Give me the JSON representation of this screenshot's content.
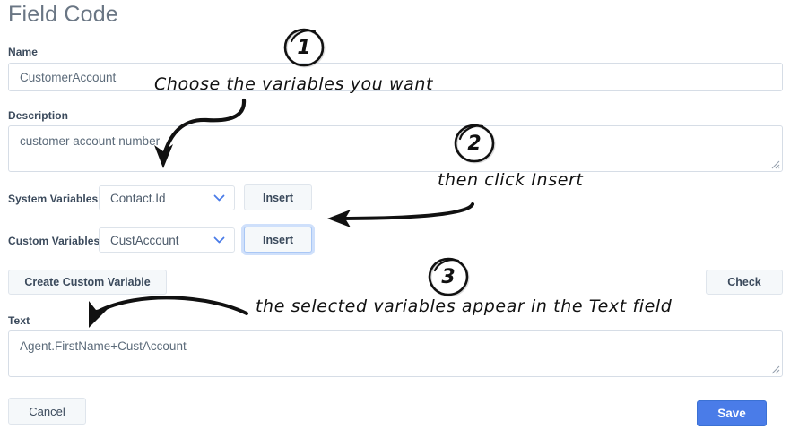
{
  "page": {
    "title": "Field Code"
  },
  "form": {
    "name": {
      "label": "Name",
      "value": "CustomerAccount",
      "placeholder": "Name"
    },
    "description": {
      "label": "Description",
      "value": "customer account number",
      "placeholder": "Description"
    },
    "system_variables": {
      "label": "System Variables",
      "selected": "Contact.Id",
      "insert_label": "Insert"
    },
    "custom_variables": {
      "label": "Custom Variables",
      "selected": "CustAccount",
      "insert_label": "Insert"
    },
    "create_custom_variable_label": "Create Custom Variable",
    "check_label": "Check",
    "text": {
      "label": "Text",
      "value": "Agent.FirstName+CustAccount",
      "placeholder": "Text"
    }
  },
  "footer": {
    "cancel_label": "Cancel",
    "save_label": "Save"
  },
  "annotations": [
    {
      "badge": "1",
      "text": "Choose the variables you want"
    },
    {
      "badge": "2",
      "text": "then click Insert"
    },
    {
      "badge": "3",
      "text": "the selected variables appear in the Text field"
    }
  ],
  "colors": {
    "primary_button": "#4a7ce8",
    "title_text": "#6a7684",
    "label_text": "#3b4a5c",
    "input_border": "#d6dde6",
    "focus_ring": "#cfe0fb",
    "annotation_ink": "#111111"
  },
  "icons": {
    "chevron_down": "chevron-down-icon",
    "resize_grip": "resize-grip-icon"
  }
}
